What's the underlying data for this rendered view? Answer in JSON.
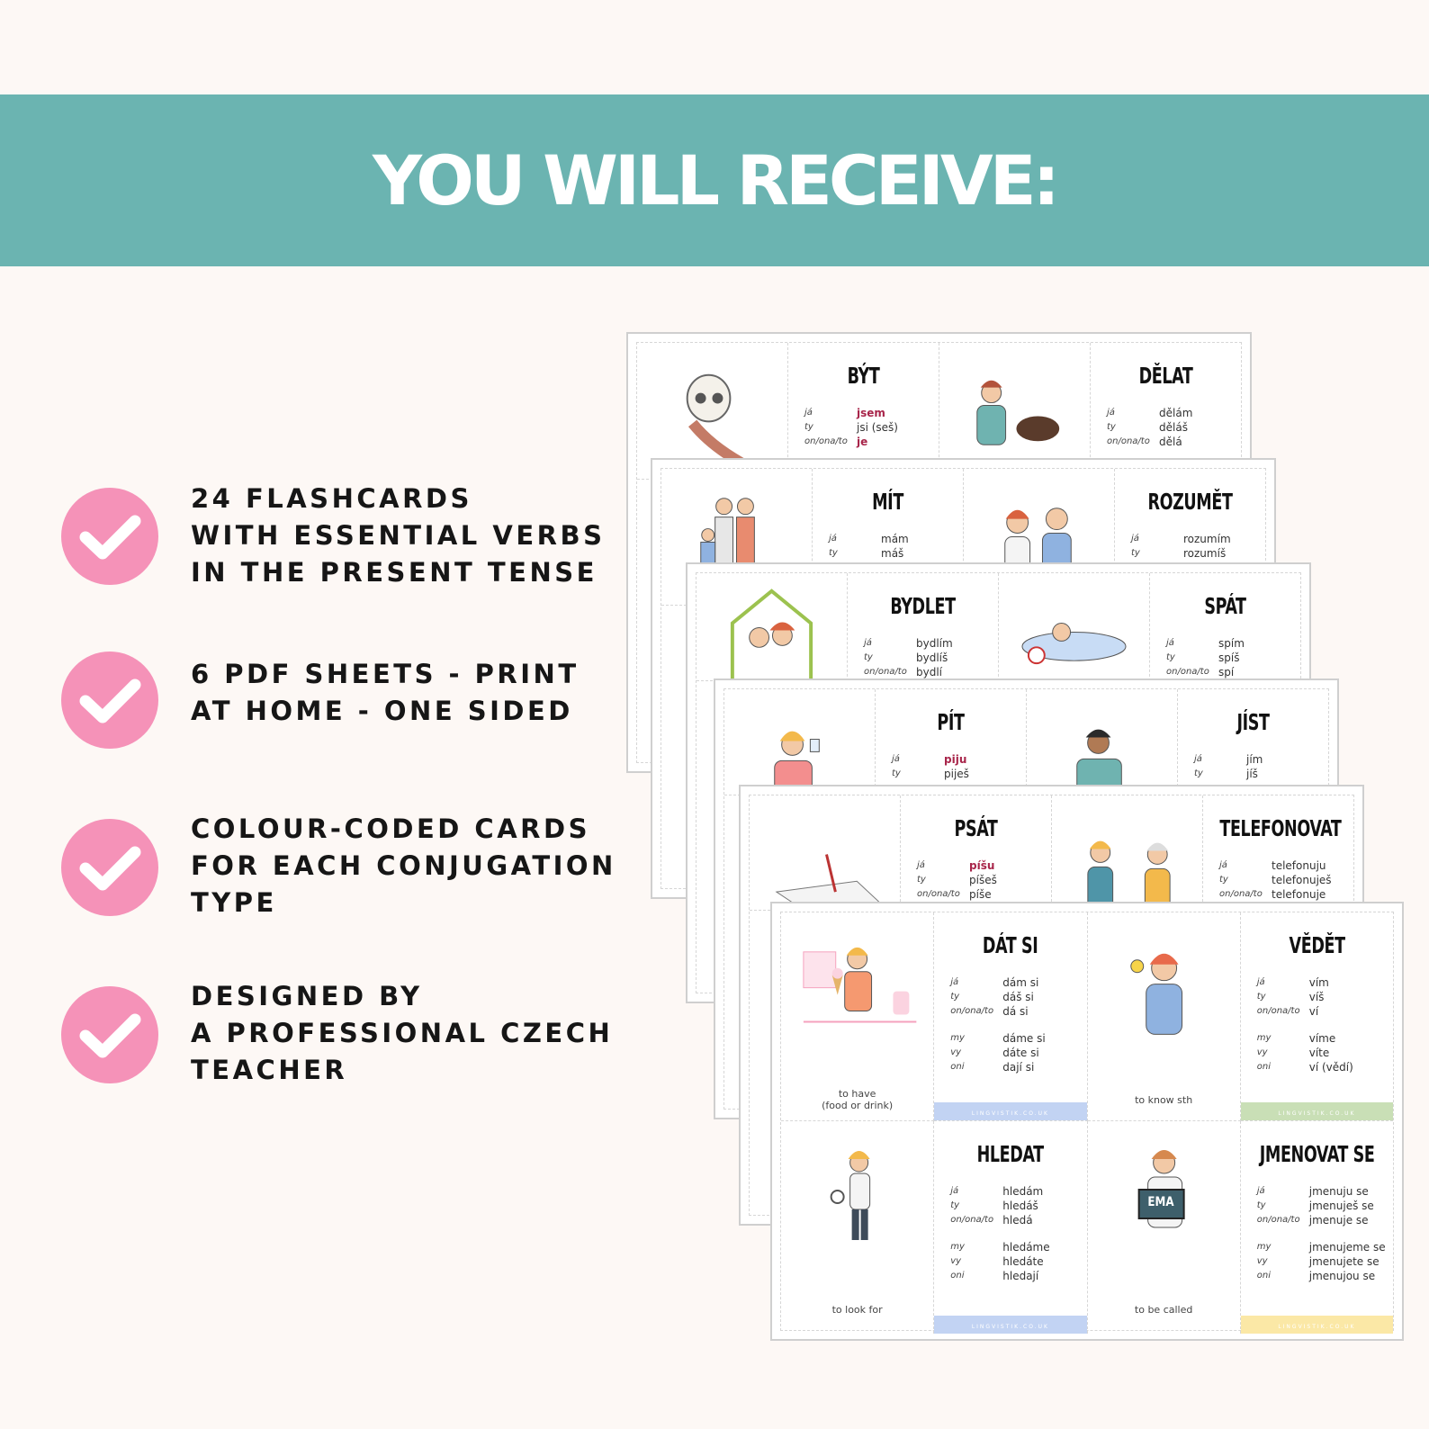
{
  "banner": {
    "title": "YOU WILL RECEIVE:",
    "color": "#6bb4b1"
  },
  "accent_pink": "#f592b8",
  "features": [
    {
      "icon": "checkmark-icon",
      "lines": [
        "24 FLASHCARDS",
        "WITH ESSENTIAL VERBS",
        "IN THE PRESENT TENSE"
      ]
    },
    {
      "icon": "checkmark-icon",
      "lines": [
        "6 PDF SHEETS - PRINT",
        "AT HOME - ONE SIDED"
      ]
    },
    {
      "icon": "checkmark-icon",
      "lines": [
        "COLOUR-CODED CARDS",
        "FOR EACH CONJUGATION",
        "TYPE"
      ]
    },
    {
      "icon": "checkmark-icon",
      "lines": [
        "DESIGNED BY",
        "A PROFESSIONAL CZECH",
        "TEACHER"
      ]
    }
  ],
  "sheets": [
    {
      "verbs": [
        {
          "title": "BÝT",
          "rows": [
            [
              "já",
              "jsem"
            ],
            [
              "ty",
              "jsi (seš)"
            ],
            [
              "on/ona/to",
              "je"
            ]
          ]
        },
        {
          "title": "DĚLAT",
          "rows": [
            [
              "já",
              "dělám"
            ],
            [
              "ty",
              "děláš"
            ],
            [
              "on/ona/to",
              "dělá"
            ]
          ]
        }
      ]
    },
    {
      "verbs": [
        {
          "title": "MÍT",
          "rows": [
            [
              "já",
              "mám"
            ],
            [
              "ty",
              "máš"
            ]
          ]
        },
        {
          "title": "ROZUMĚT",
          "rows": [
            [
              "já",
              "rozumím"
            ],
            [
              "ty",
              "rozumíš"
            ]
          ]
        }
      ]
    },
    {
      "verbs": [
        {
          "title": "BYDLET",
          "rows": [
            [
              "já",
              "bydlím"
            ],
            [
              "ty",
              "bydlíš"
            ],
            [
              "on/ona/to",
              "bydlí"
            ]
          ]
        },
        {
          "title": "SPÁT",
          "rows": [
            [
              "já",
              "spím"
            ],
            [
              "ty",
              "spíš"
            ],
            [
              "on/ona/to",
              "spí"
            ]
          ]
        }
      ]
    },
    {
      "verbs": [
        {
          "title": "PÍT",
          "rows": [
            [
              "já",
              "piju"
            ],
            [
              "ty",
              "piješ"
            ]
          ]
        },
        {
          "title": "JÍST",
          "rows": [
            [
              "já",
              "jím"
            ],
            [
              "ty",
              "jíš"
            ]
          ]
        }
      ]
    },
    {
      "verbs": [
        {
          "title": "PSÁT",
          "rows": [
            [
              "já",
              "píšu"
            ],
            [
              "ty",
              "píšeš"
            ],
            [
              "on/ona/to",
              "píše"
            ]
          ]
        },
        {
          "title": "TELEFONOVAT",
          "rows": [
            [
              "já",
              "telefonuju"
            ],
            [
              "ty",
              "telefonuješ"
            ],
            [
              "on/ona/to",
              "telefonuje"
            ]
          ]
        }
      ]
    }
  ],
  "front_sheet": {
    "site": "LINGVISTIK.CO.UK",
    "row1": [
      {
        "meaning": "to have\n(food or drink)"
      },
      {
        "title": "DÁT SI",
        "stripe": "#c2d3f3",
        "rows": [
          [
            "já",
            "dám si"
          ],
          [
            "ty",
            "dáš si"
          ],
          [
            "on/ona/to",
            "dá si"
          ],
          [
            "",
            ""
          ],
          [
            "my",
            "dáme si"
          ],
          [
            "vy",
            "dáte si"
          ],
          [
            "oni",
            "dají si"
          ]
        ]
      },
      {
        "meaning": "to know sth"
      },
      {
        "title": "VĚDĚT",
        "stripe": "#c9dfb6",
        "rows": [
          [
            "já",
            "vím"
          ],
          [
            "ty",
            "víš"
          ],
          [
            "on/ona/to",
            "ví"
          ],
          [
            "",
            ""
          ],
          [
            "my",
            "víme"
          ],
          [
            "vy",
            "víte"
          ],
          [
            "oni",
            "ví (vědí)"
          ]
        ]
      }
    ],
    "row2": [
      {
        "meaning": "to look for"
      },
      {
        "title": "HLEDAT",
        "stripe": "#c2d3f3",
        "rows": [
          [
            "já",
            "hledám"
          ],
          [
            "ty",
            "hledáš"
          ],
          [
            "on/ona/to",
            "hledá"
          ],
          [
            "",
            ""
          ],
          [
            "my",
            "hledáme"
          ],
          [
            "vy",
            "hledáte"
          ],
          [
            "oni",
            "hledají"
          ]
        ]
      },
      {
        "meaning": "to be called",
        "sign": "EMA"
      },
      {
        "title": "JMENOVAT SE",
        "stripe": "#fbe8a6",
        "rows": [
          [
            "já",
            "jmenuju se"
          ],
          [
            "ty",
            "jmenuješ se"
          ],
          [
            "on/ona/to",
            "jmenuje se"
          ],
          [
            "",
            ""
          ],
          [
            "my",
            "jmenujeme se"
          ],
          [
            "vy",
            "jmenujete se"
          ],
          [
            "oni",
            "jmenujou se"
          ]
        ]
      }
    ]
  }
}
